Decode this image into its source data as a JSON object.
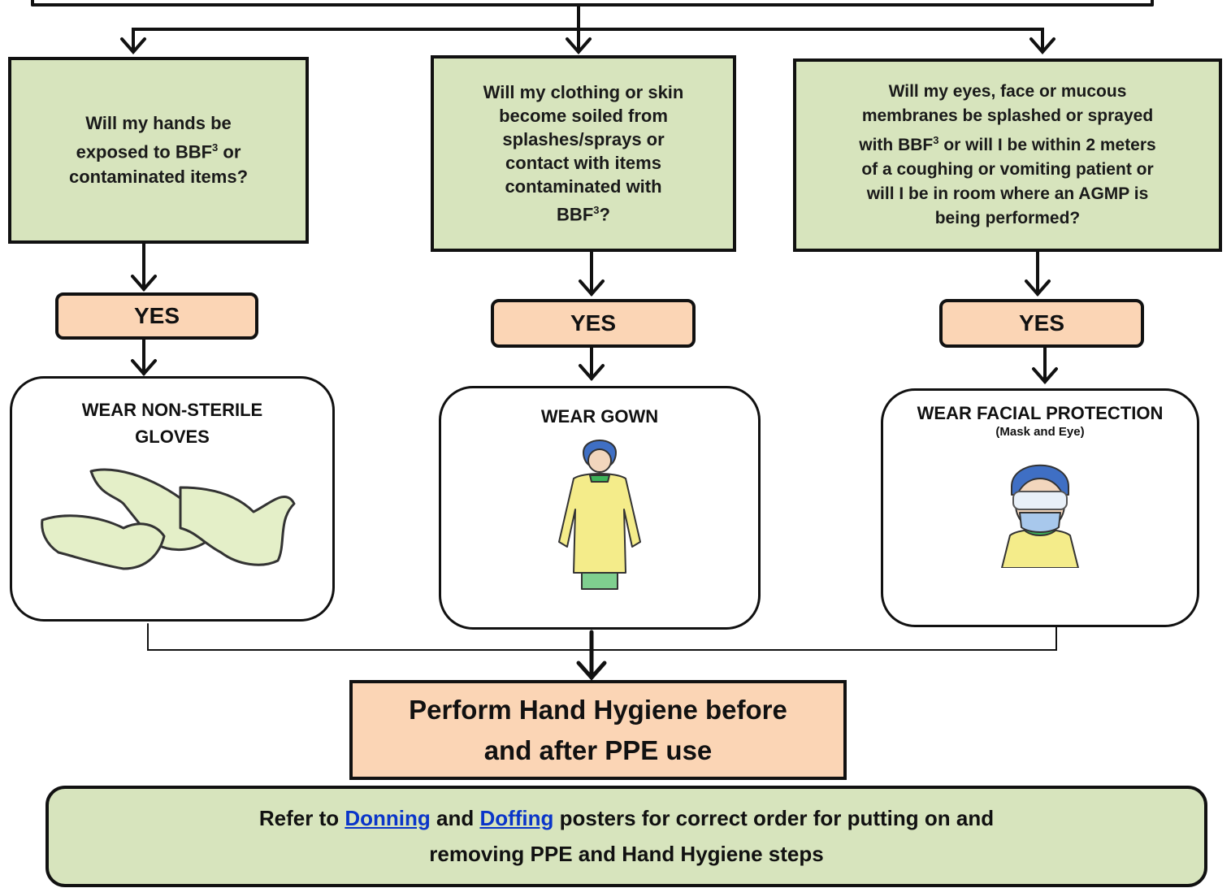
{
  "questions": [
    {
      "text": "Will my hands be\nexposed to BBF",
      "sup": "3",
      "tail": " or\ncontaminated items?"
    },
    {
      "text": "Will my clothing or skin\nbecome soiled from\nsplashes/sprays or\ncontact with items\ncontaminated with\nBBF",
      "sup": "3",
      "tail": "?"
    },
    {
      "text": "Will my eyes, face or mucous\nmembranes be splashed or sprayed\nwith BBF",
      "sup": "3",
      "tail": " or will I be within 2 meters\nof a coughing or vomiting patient or\nwill I be in room where an AGMP is\nbeing performed?"
    }
  ],
  "yes_label": "YES",
  "wear": [
    {
      "title": "WEAR NON-STERILE\nGLOVES",
      "subtitle": "",
      "image": "gloves-illustration"
    },
    {
      "title": "WEAR GOWN",
      "subtitle": "",
      "image": "gown-illustration"
    },
    {
      "title": "WEAR FACIAL PROTECTION",
      "subtitle": "(Mask and Eye)",
      "image": "mask-eye-illustration"
    }
  ],
  "hand_hygiene": "Perform Hand Hygiene before\nand after PPE use",
  "reference": {
    "prefix": "Refer to ",
    "link1": "Donning",
    "middle": " and ",
    "link2": "Doffing",
    "suffix": " posters for correct order for putting on and",
    "line2": "removing PPE and Hand Hygiene steps"
  },
  "colors": {
    "question_fill": "#d7e4bd",
    "yes_fill": "#fbd5b5",
    "link": "#0a35c9"
  }
}
